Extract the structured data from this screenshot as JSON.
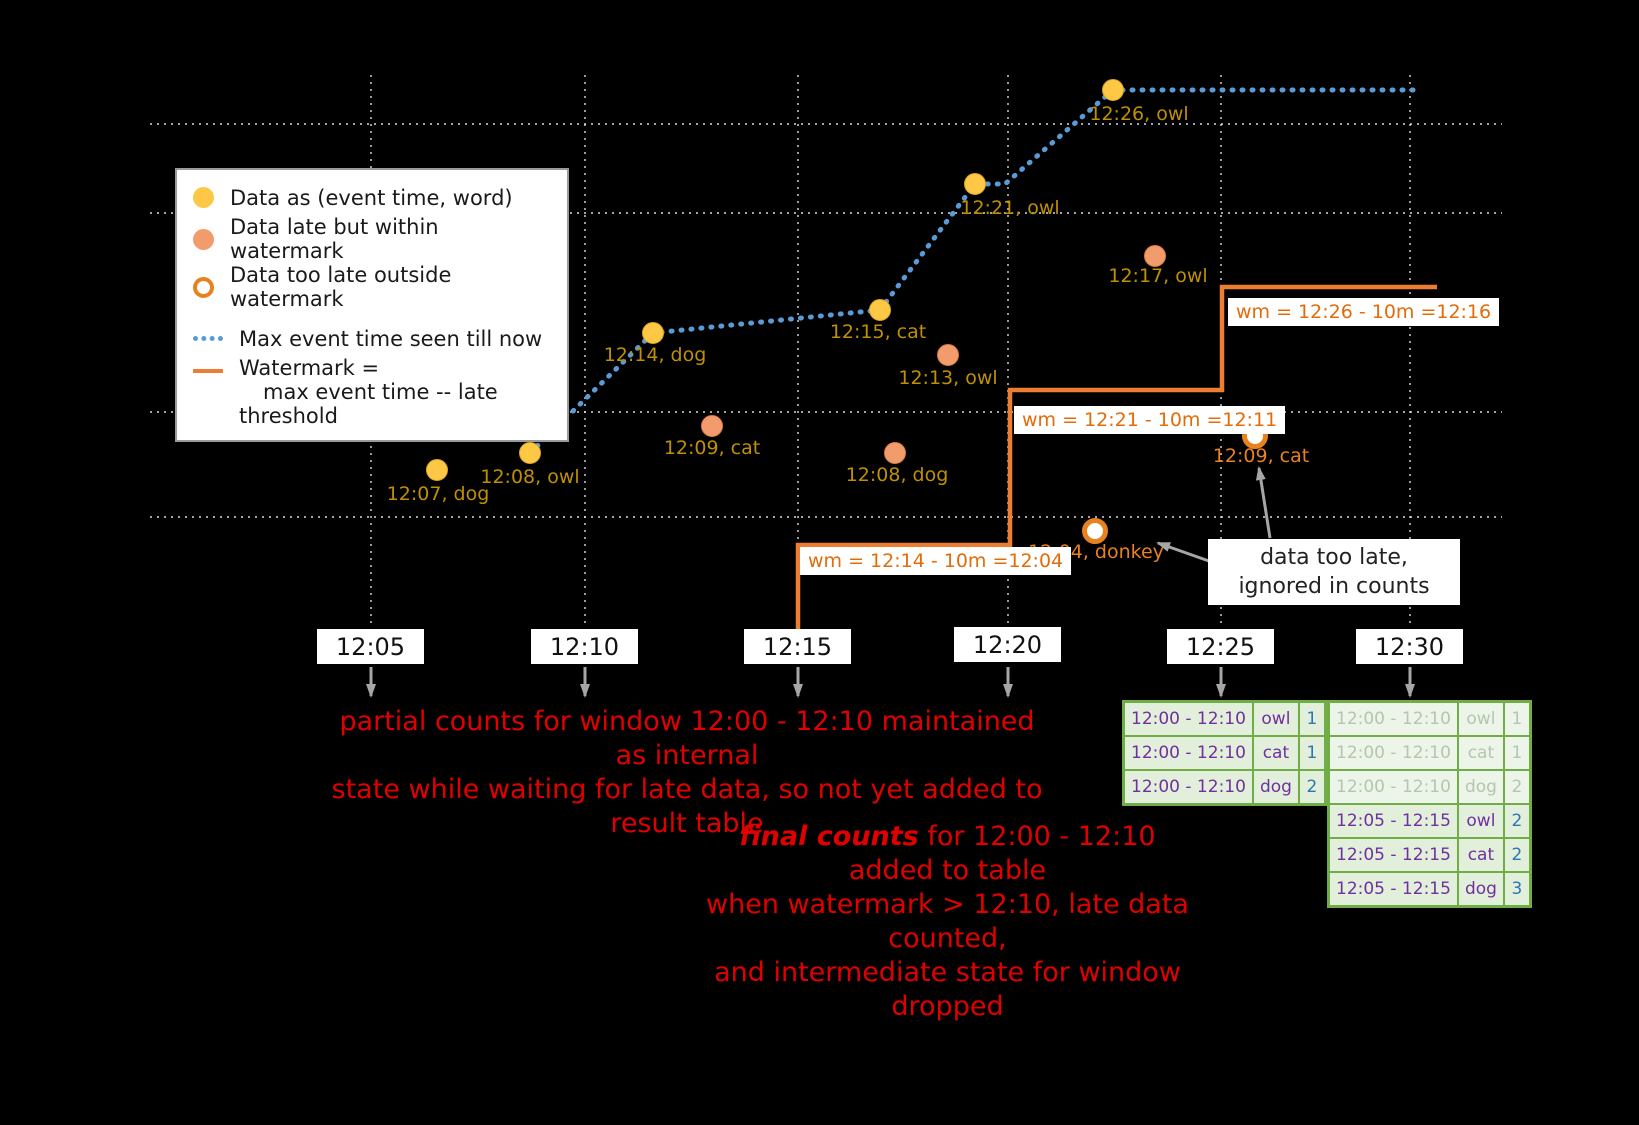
{
  "colors": {
    "background": "#000000",
    "on_time_point": "#fdc845",
    "late_point": "#f29c6e",
    "too_late_point": "#e8821e",
    "max_event_time_line": "#5b9bd5",
    "watermark_line": "#ed7d31",
    "annotation_red": "#e00000",
    "table_border_green": "#70ad47",
    "table_window_purple": "#7030a0",
    "table_count_blue": "#2e75b6"
  },
  "legend": {
    "items": [
      {
        "label": "Data as (event time, word)"
      },
      {
        "label": "Data late but within watermark"
      },
      {
        "label": "Data too late outside watermark"
      },
      {
        "label": "Max event time seen till now"
      },
      {
        "label": "Watermark =",
        "label2": "max event time -- late threshold"
      }
    ]
  },
  "points": {
    "on_time": [
      {
        "label": "12:07, dog"
      },
      {
        "label": "12:08, owl"
      },
      {
        "label": "12:14, dog"
      },
      {
        "label": "12:15, cat"
      },
      {
        "label": "12:21, owl"
      },
      {
        "label": "12:26, owl"
      }
    ],
    "late": [
      {
        "label": "12:09, cat"
      },
      {
        "label": "12:13, owl"
      },
      {
        "label": "12:08, dog"
      },
      {
        "label": "12:17, owl"
      }
    ],
    "too_late": [
      {
        "label": "12:04, donkey"
      },
      {
        "label": "12:09, cat"
      }
    ]
  },
  "watermark_labels": [
    {
      "text": "wm = 12:14 - 10m =12:04"
    },
    {
      "text": "wm = 12:21 - 10m =12:11"
    },
    {
      "text": "wm = 12:26 - 10m =12:16"
    }
  ],
  "time_axis": {
    "labels": [
      {
        "text": "12:05"
      },
      {
        "text": "12:10"
      },
      {
        "text": "12:15"
      },
      {
        "text": "12:20"
      },
      {
        "text": "12:25"
      },
      {
        "text": "12:30"
      }
    ]
  },
  "annotations": {
    "partial_line1": "partial counts for window 12:00 - 12:10 maintained as internal",
    "partial_line2": "state while waiting for late data, so not yet added  to result table",
    "final_emphasis": "final counts",
    "final_line1_rest": " for 12:00 - 12:10 added to table",
    "final_line2": "when watermark > 12:10, late data counted,",
    "final_line3": "and intermediate state for window dropped",
    "too_late_note_line1": "data too late,",
    "too_late_note_line2": "ignored in counts"
  },
  "result_tables": {
    "at_12_25": {
      "rows": [
        {
          "window": "12:00 - 12:10",
          "word": "owl",
          "count": "1"
        },
        {
          "window": "12:00 - 12:10",
          "word": "cat",
          "count": "1"
        },
        {
          "window": "12:00 - 12:10",
          "word": "dog",
          "count": "2"
        }
      ]
    },
    "at_12_30": {
      "rows": [
        {
          "window": "12:00 - 12:10",
          "word": "owl",
          "count": "1"
        },
        {
          "window": "12:00 - 12:10",
          "word": "cat",
          "count": "1"
        },
        {
          "window": "12:00 - 12:10",
          "word": "dog",
          "count": "2"
        },
        {
          "window": "12:05 - 12:15",
          "word": "owl",
          "count": "2"
        },
        {
          "window": "12:05 - 12:15",
          "word": "cat",
          "count": "2"
        },
        {
          "window": "12:05 - 12:15",
          "word": "dog",
          "count": "3"
        }
      ]
    }
  }
}
